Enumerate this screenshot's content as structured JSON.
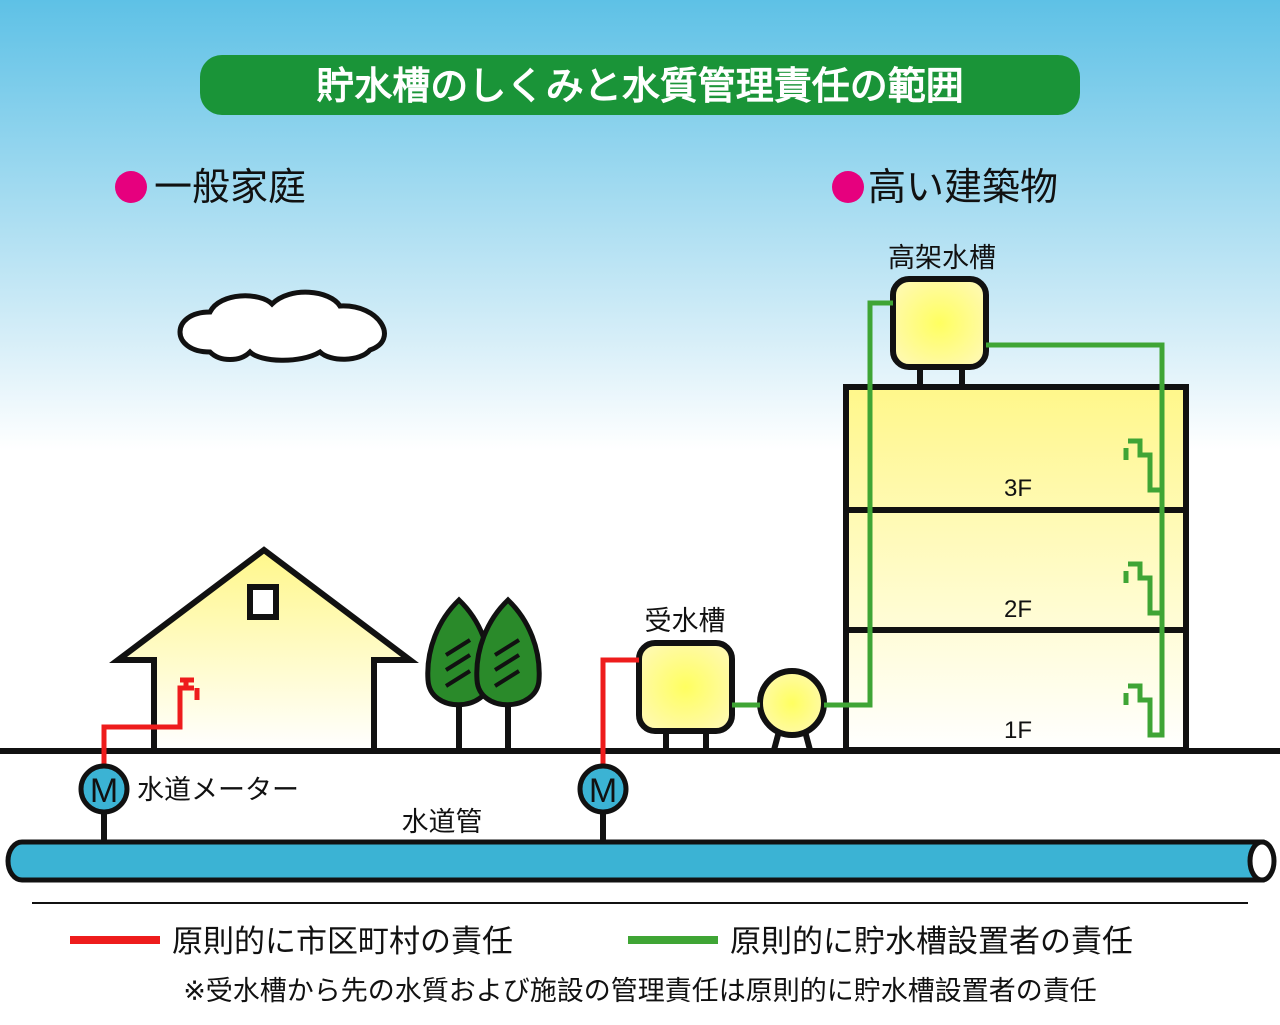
{
  "title": "貯水槽のしくみと水質管理責任の範囲",
  "sections": {
    "household": "一般家庭",
    "tall_building": "高い建築物"
  },
  "labels": {
    "elevated_tank": "高架水槽",
    "receiving_tank": "受水槽",
    "water_meter": "水道メーター",
    "water_main": "水道管",
    "meter_symbol": "M",
    "floors": [
      "3F",
      "2F",
      "1F"
    ]
  },
  "legend": {
    "red_label": "原則的に市区町村の責任",
    "green_label": "原則的に貯水槽設置者の責任",
    "note": "※受水槽から先の水質および施設の管理責任は原則的に貯水槽設置者の責任"
  },
  "colors": {
    "title_bg": "#1a9438",
    "bullet": "#e6007e",
    "municipal_line": "#ee1c1c",
    "owner_line": "#3fa535",
    "pipe": "#3bb3d4",
    "tank_fill": "#fffa7a",
    "tree": "#2a8a2a"
  }
}
